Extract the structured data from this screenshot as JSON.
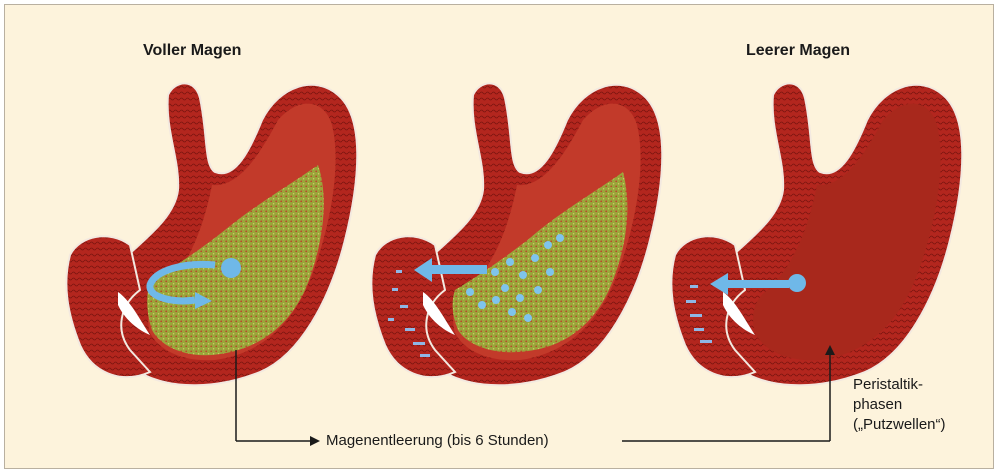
{
  "labels": {
    "full_stomach": "Voller Magen",
    "empty_stomach": "Leerer Magen",
    "emptying": "Magenentleerung (bis 6 Stunden)",
    "peristalsis_line1": "Peristaltik-",
    "peristalsis_line2": "phasen",
    "peristalsis_line3": "(„Putzwellen“)"
  },
  "colors": {
    "background": "#fdf3dc",
    "stomach_wall": "#b3261e",
    "stomach_dark": "#7a140f",
    "food_content": "#9aa53a",
    "arrow_blue": "#6fb8e8",
    "line": "#1a1a1a"
  }
}
